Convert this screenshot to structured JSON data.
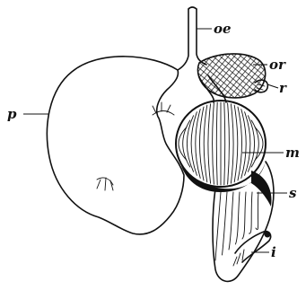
{
  "figure": {
    "labels": {
      "oe": "oe",
      "or": "or",
      "r": "r",
      "p": "p",
      "m": "m",
      "s": "s",
      "i": "i"
    },
    "colors": {
      "ink": "#111111",
      "paper": "#ffffff"
    }
  }
}
